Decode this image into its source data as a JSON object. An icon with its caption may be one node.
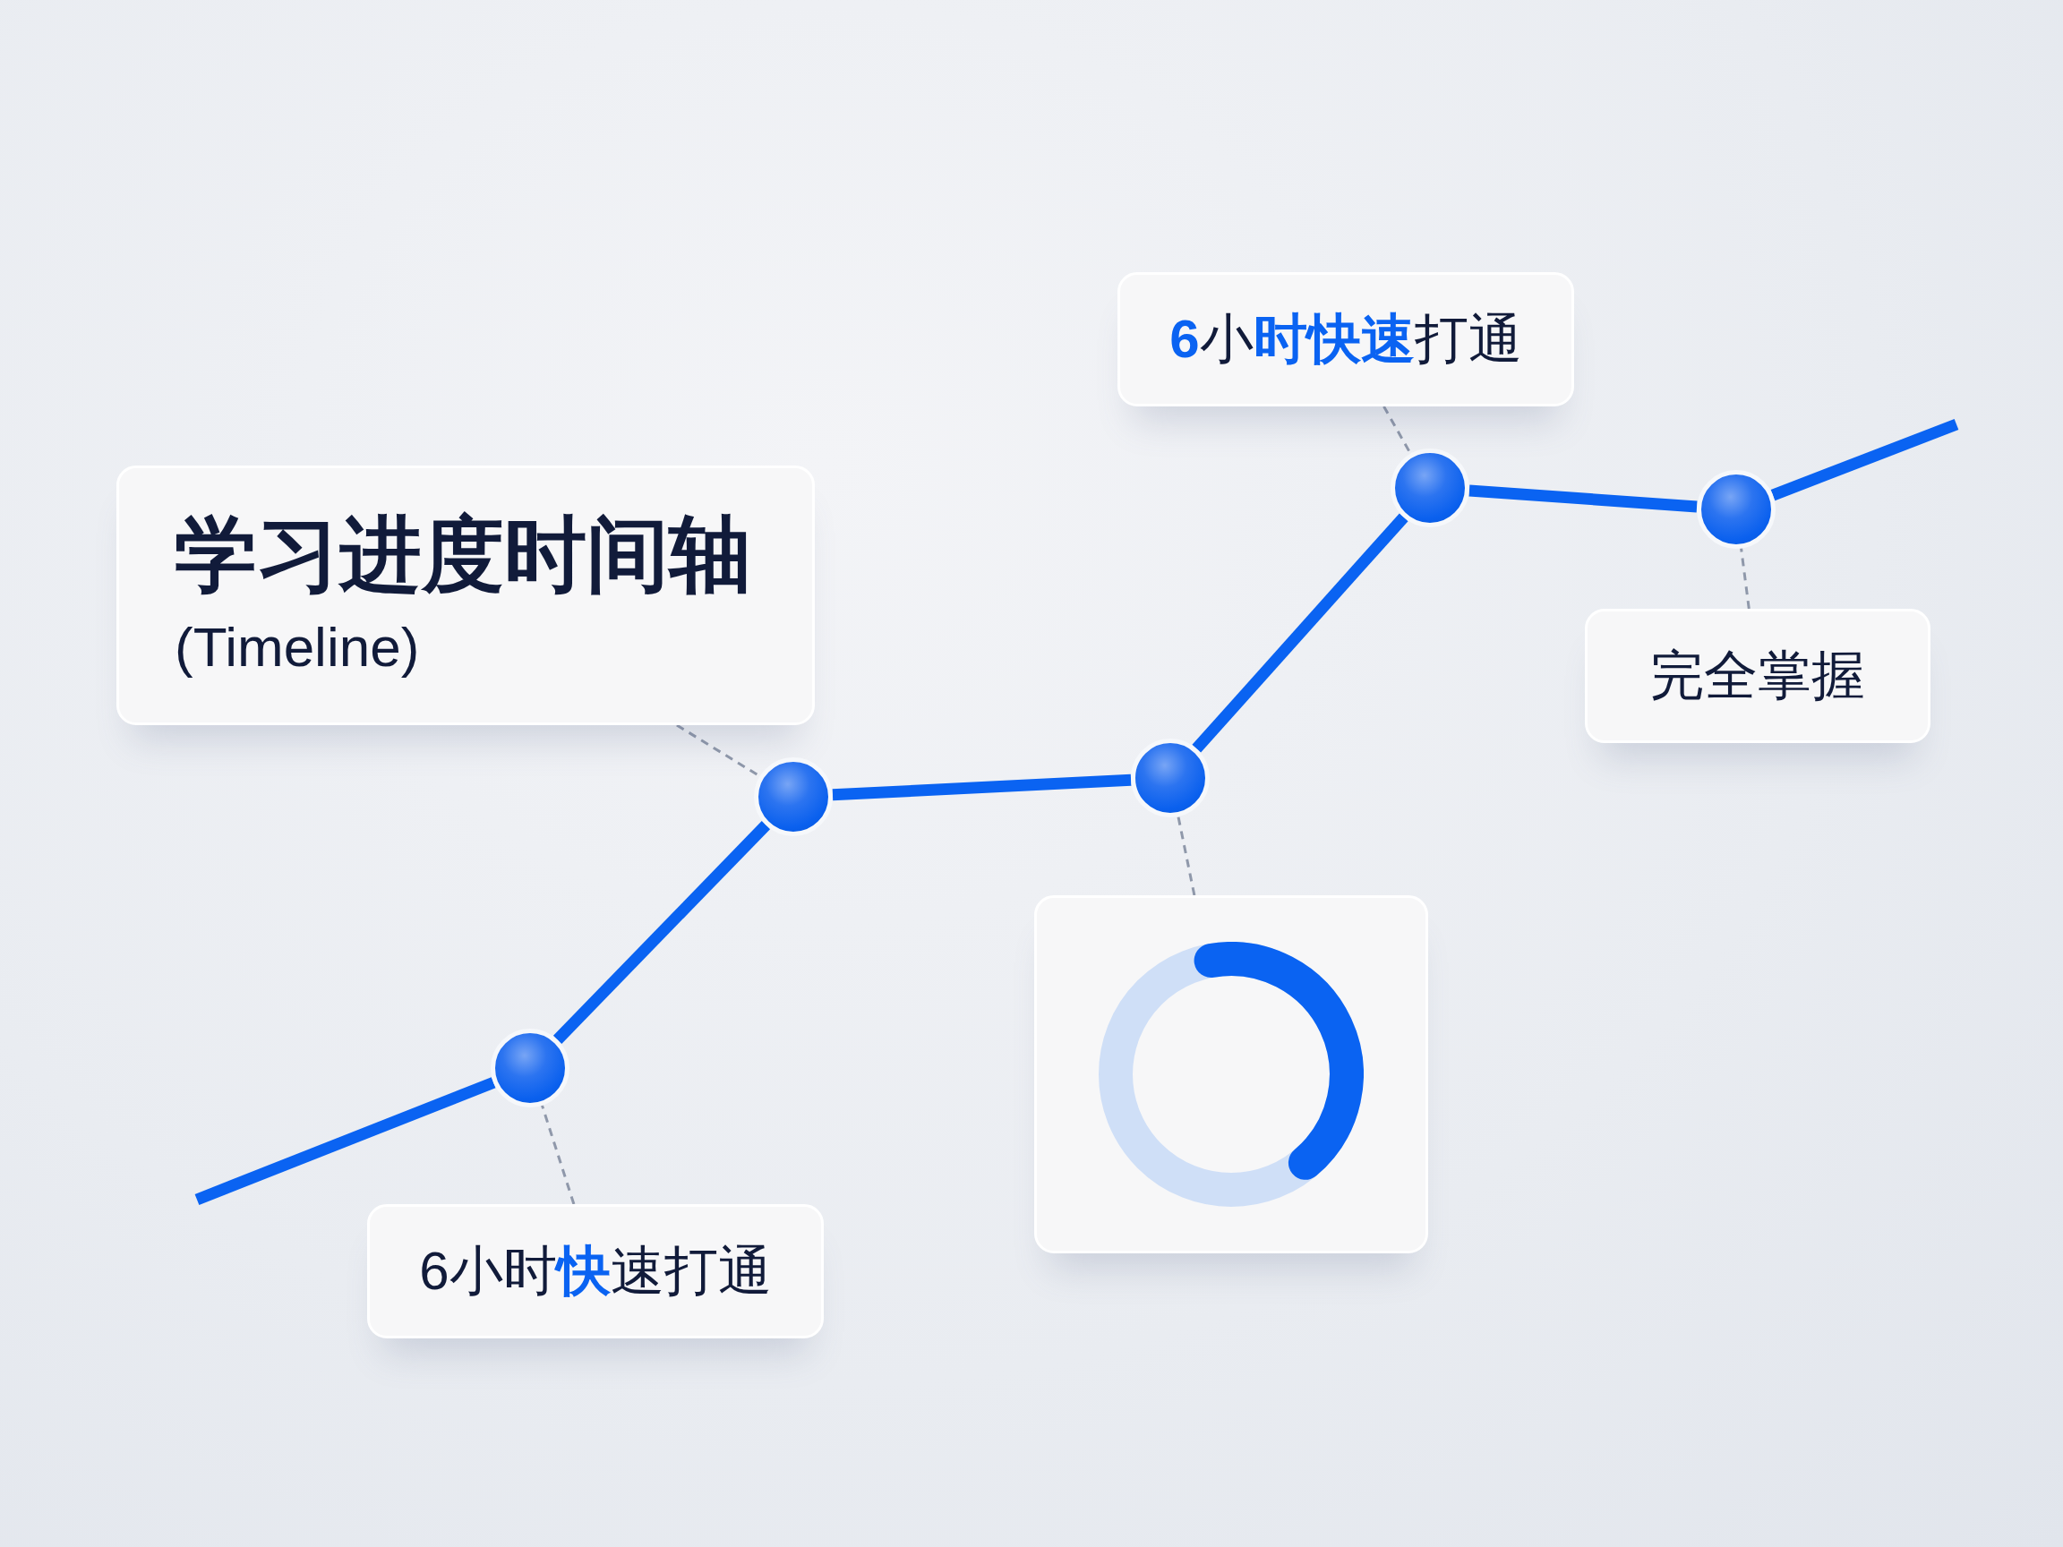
{
  "diagram": {
    "nodes": [
      {
        "text": [
          "学习进度时间轴",
          "(Timeline)"
        ]
      },
      {
        "text": [],
        "shape": "circle"
      },
      {
        "text": [
          "6小时**快**速打通"
        ]
      },
      {
        "text": [],
        "shape": "circle"
      },
      {
        "text": [],
        "shape": "circle"
      },
      {
        "text": [],
        "shape": "box"
      },
      {
        "text": [],
        "shape": "circle"
      },
      {
        "text": [
          "**6**小**时快速**打通"
        ]
      },
      {
        "text": [],
        "shape": "circle"
      },
      {
        "text": [
          "完全掌握"
        ]
      }
    ],
    "edges": [
      {
        "from": null,
        "to": 1,
        "arrow": "none"
      },
      {
        "from": 1,
        "to": 3,
        "arrow": "none"
      },
      {
        "from": 3,
        "to": 4,
        "arrow": "none"
      },
      {
        "from": 4,
        "to": 6,
        "arrow": "none"
      },
      {
        "from": 6,
        "to": 8,
        "arrow": "none"
      },
      {
        "from": 8,
        "to": null,
        "arrow": "none"
      },
      {
        "from": 0,
        "to": 3,
        "arrow": "none",
        "style": "dashed",
        "color": "#8f98aa"
      },
      {
        "from": 2,
        "to": 1,
        "arrow": "none",
        "style": "dashed",
        "color": "#8f98aa"
      },
      {
        "from": 5,
        "to": 4,
        "arrow": "none",
        "style": "dashed",
        "color": "#8f98aa"
      },
      {
        "from": 7,
        "to": 6,
        "arrow": "none",
        "style": "dashed",
        "color": "#8f98aa"
      },
      {
        "from": 9,
        "to": 8,
        "arrow": "none",
        "style": "dashed",
        "color": "#8f98aa"
      }
    ]
  }
}
